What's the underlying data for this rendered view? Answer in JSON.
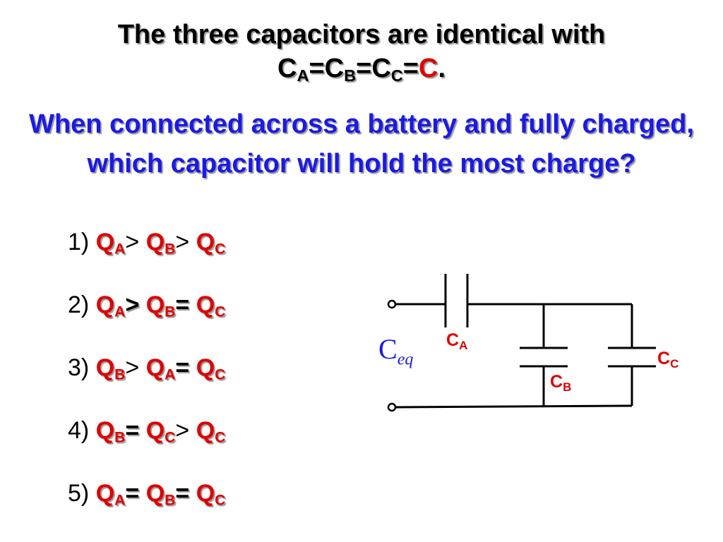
{
  "title": {
    "line1": "The three capacitors are identical with",
    "ca_base": "C",
    "ca_sub": "A",
    "eq1": "=",
    "cb_base": "C",
    "cb_sub": "B",
    "eq2": "=",
    "cc_base": "C",
    "cc_sub": "C",
    "eq3": "=",
    "c_value": "C",
    "period": "."
  },
  "question": "When connected across a battery and fully charged, which capacitor will hold the most charge?",
  "choices": [
    {
      "num": "1)",
      "t1": "Q",
      "s1": "A",
      "op1": ">",
      "t2": "Q",
      "s2": "B",
      "op2": ">",
      "t3": "Q",
      "s3": "C"
    },
    {
      "num": "2)",
      "t1": "Q",
      "s1": "A",
      "op1": ">",
      "t2": "Q",
      "s2": "B",
      "op2": "=",
      "t3": "Q",
      "s3": "C"
    },
    {
      "num": "3)",
      "t1": "Q",
      "s1": "B",
      "op1": ">",
      "t2": "Q",
      "s2": "A",
      "op2": "=",
      "t3": "Q",
      "s3": "C"
    },
    {
      "num": "4)",
      "t1": "Q",
      "s1": "B",
      "op1": "=",
      "t2": "Q",
      "s2": "C",
      "op2": ">",
      "t3": "Q",
      "s3": "C"
    },
    {
      "num": "5)",
      "t1": "Q",
      "s1": "A",
      "op1": "=",
      "t2": "Q",
      "s2": "B",
      "op2": "=",
      "t3": "Q",
      "s3": "C"
    }
  ],
  "circuit": {
    "ceq_base": "C",
    "ceq_sub": "eq",
    "labels": {
      "a": {
        "base": "C",
        "sub": "A"
      },
      "b": {
        "base": "C",
        "sub": "B"
      },
      "c": {
        "base": "C",
        "sub": "C"
      }
    }
  },
  "colors": {
    "red": "#e00000",
    "blue": "#1a1ae6",
    "black": "#000000"
  }
}
